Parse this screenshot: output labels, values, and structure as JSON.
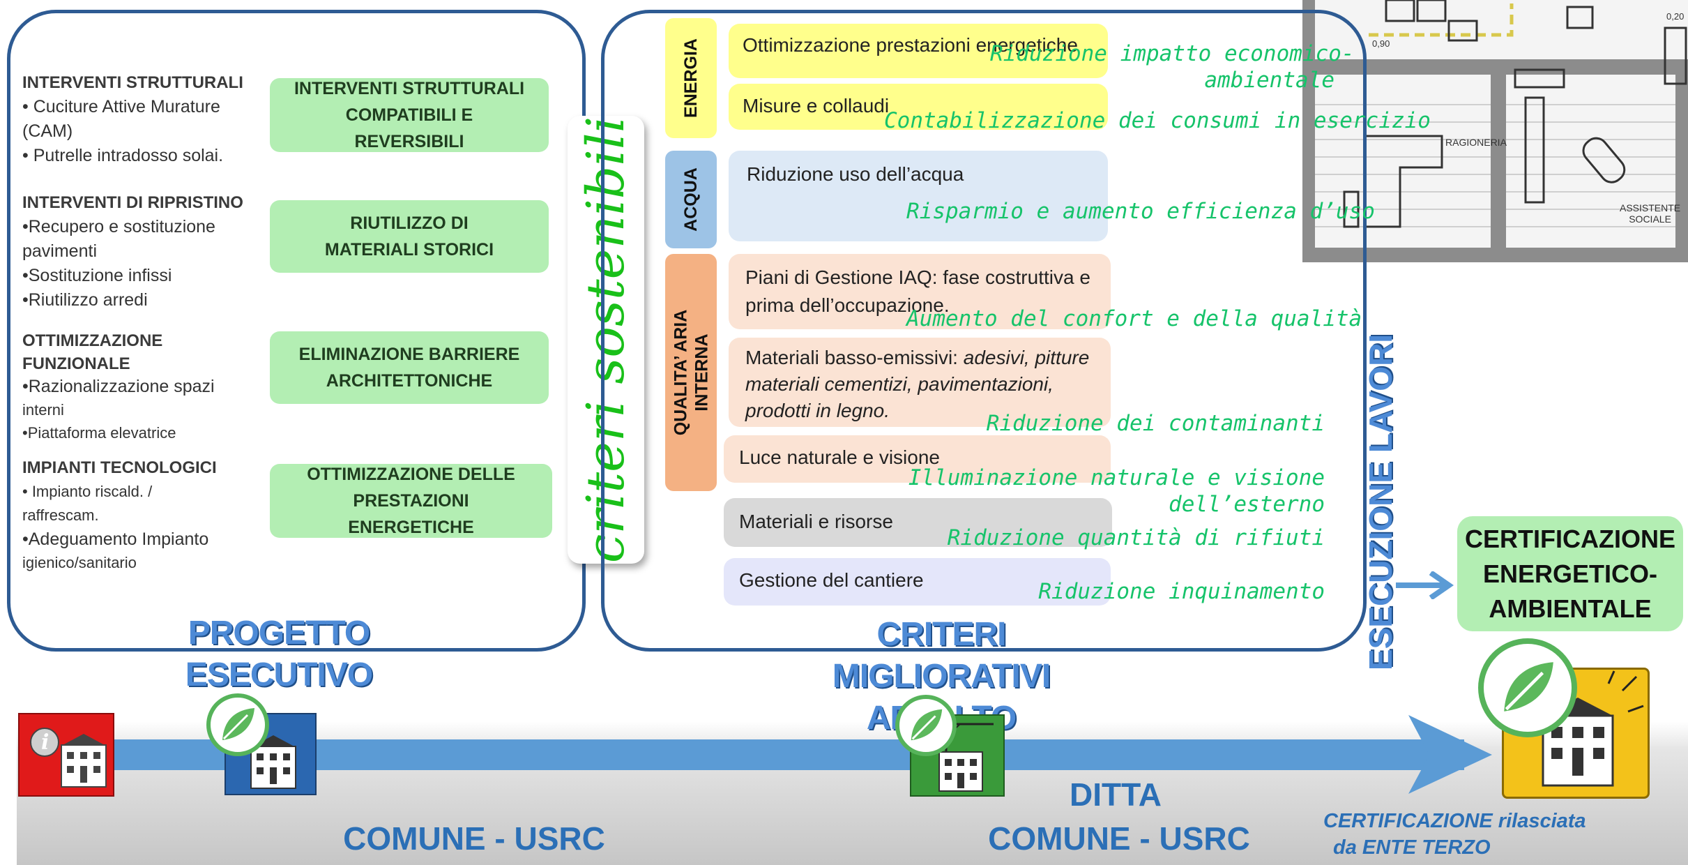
{
  "colors": {
    "panel_border": "#2e5b93",
    "green_box": "#b3eeb3",
    "goal_text": "#16c36a",
    "energia": "#ffff8c",
    "acqua": "#9dc3e6",
    "qualita": "#f4b183",
    "title_blue": "#4d8ad6",
    "arrow": "#5b9bd5"
  },
  "progetto": {
    "groups": [
      {
        "heading": "INTERVENTI STRUTTURALI",
        "lines": [
          "• Cuciture Attive Murature",
          "(CAM)",
          "• Putrelle intradosso solai."
        ]
      },
      {
        "heading": "INTERVENTI DI RIPRISTINO",
        "lines": [
          "•Recupero e sostituzione",
          "pavimenti",
          "•Sostituzione infissi",
          "•Riutilizzo arredi"
        ]
      },
      {
        "heading": "OTTIMIZZAZIONE",
        "heading2": "FUNZIONALE",
        "lines": [
          "•Razionalizzazione spazi",
          "interni",
          "•Piattaforma elevatrice"
        ]
      },
      {
        "heading": "IMPIANTI TECNOLOGICI",
        "lines": [
          "• Impianto riscald. /",
          "raffrescam.",
          "•Adeguamento Impianto",
          "igienico/sanitario"
        ]
      }
    ],
    "boxes": [
      [
        "INTERVENTI STRUTTURALI",
        "COMPATIBILI E",
        "REVERSIBILI"
      ],
      [
        "RIUTILIZZO DI",
        "MATERIALI STORICI"
      ],
      [
        "ELIMINAZIONE BARRIERE",
        "ARCHITETTONICHE"
      ],
      [
        "OTTIMIZZAZIONE DELLE",
        "PRESTAZIONI",
        "ENERGETICHE"
      ]
    ],
    "title_line1": "PROGETTO",
    "title_line2": "ESECUTIVO"
  },
  "criteri_label": "criteri sostenibili",
  "categories": {
    "energia": "ENERGIA",
    "acqua": "ACQUA",
    "qualita_line1": "QUALITA’ ARIA",
    "qualita_line2": "INTERNA"
  },
  "items": {
    "energia_1": "Ottimizzazione prestazioni energetiche",
    "energia_2": "Misure e collaudi",
    "acqua_1": "Riduzione uso dell’acqua",
    "iaq_1": "Piani di Gestione IAQ: fase costruttiva e prima dell’occupazione.",
    "iaq_2_prefix": "Materiali basso-emissivi: ",
    "iaq_2_italic": "adesivi, pitture materiali cementizi, pavimentazioni, prodotti in legno.",
    "luce": "Luce naturale e visione",
    "materiali": "Materiali e risorse",
    "cantiere": "Gestione del cantiere"
  },
  "goals": {
    "g1_line1": "Riduzione impatto economico-",
    "g1_line2": "ambientale",
    "g2": "Contabilizzazione dei consumi in esercizio",
    "g3": "Risparmio e aumento efficienza d’uso",
    "g4": "Aumento del confort e della qualità",
    "g5": "Riduzione dei contaminanti",
    "g6_line1": "Illuminazione naturale e visione",
    "g6_line2": "dell’esterno",
    "g7": "Riduzione quantità di rifiuti",
    "g8": "Riduzione inquinamento"
  },
  "criteri_title_line1": "CRITERI MIGLIORATIVI",
  "criteri_title_line2": "APPALTO",
  "esecuzione": "ESECUZIONE LAVORI",
  "certificazione_box": [
    "CERTIFICAZIONE",
    "ENERGETICO-",
    "AMBIENTALE"
  ],
  "floorplan": {
    "label_ragioneria": "RAGIONERIA",
    "label_assistente_1": "ASSISTENTE",
    "label_assistente_2": "SOCIALE",
    "dim_1": "0,90",
    "dim_2": "0,20"
  },
  "bottom": {
    "comune_left": "COMUNE - USRC",
    "ditta": "DITTA",
    "comune_right": "COMUNE - USRC",
    "cert_line1": "CERTIFICAZIONE rilasciata",
    "cert_line2": "da ENTE TERZO"
  }
}
